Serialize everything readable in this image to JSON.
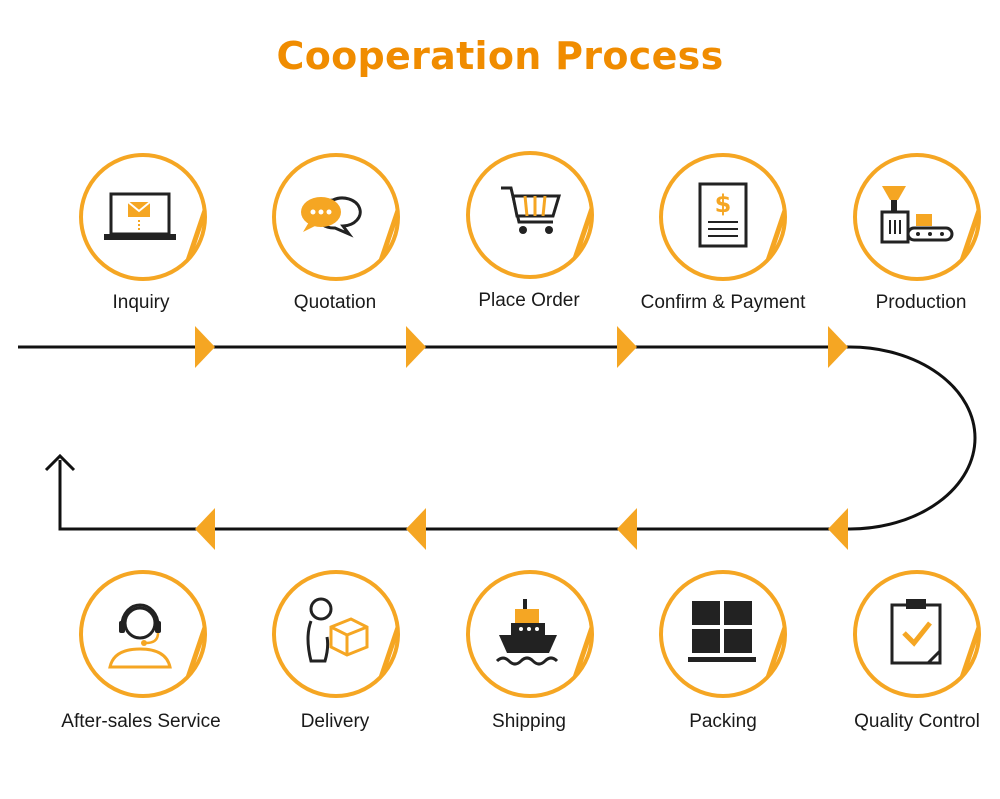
{
  "title": "Cooperation Process",
  "colors": {
    "accent": "#f5a623",
    "title": "#f08c00",
    "line": "#111111"
  },
  "steps": [
    {
      "label": "Inquiry",
      "icon": "email-laptop-icon"
    },
    {
      "label": "Quotation",
      "icon": "chat-bubbles-icon"
    },
    {
      "label": "Place Order",
      "icon": "shopping-cart-icon"
    },
    {
      "label": "Confirm & Payment",
      "icon": "invoice-dollar-icon"
    },
    {
      "label": "Production",
      "icon": "factory-machine-icon"
    },
    {
      "label": "Quality Control",
      "icon": "clipboard-check-icon"
    },
    {
      "label": "Packing",
      "icon": "pallet-boxes-icon"
    },
    {
      "label": "Shipping",
      "icon": "cargo-ship-icon"
    },
    {
      "label": "Delivery",
      "icon": "courier-package-icon"
    },
    {
      "label": "After-sales Service",
      "icon": "headset-support-icon"
    }
  ]
}
